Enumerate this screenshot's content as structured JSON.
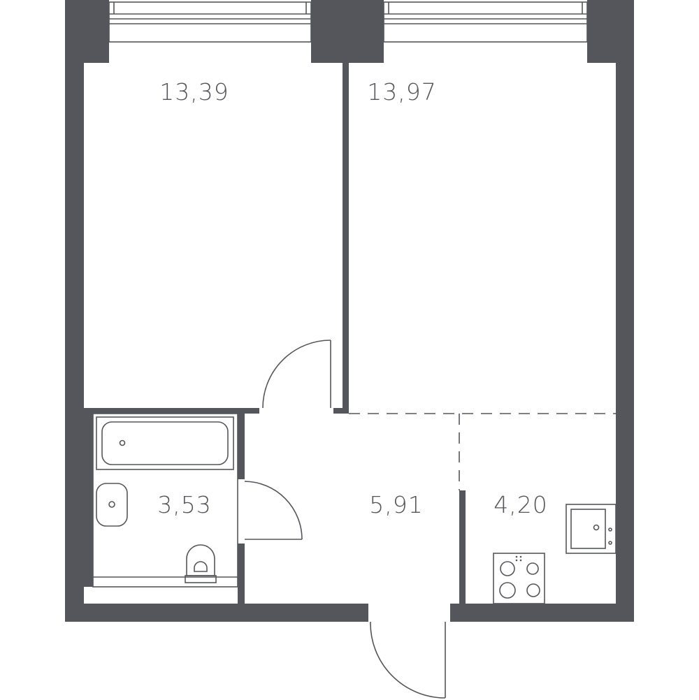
{
  "rooms": [
    {
      "id": "room-1",
      "area": "13,39"
    },
    {
      "id": "room-2",
      "area": "13,97"
    },
    {
      "id": "bathroom",
      "area": "3,53"
    },
    {
      "id": "hallway",
      "area": "5,91"
    },
    {
      "id": "kitchen",
      "area": "4,20"
    }
  ],
  "colors": {
    "wall": "#55565b",
    "background": "#ffffff"
  }
}
